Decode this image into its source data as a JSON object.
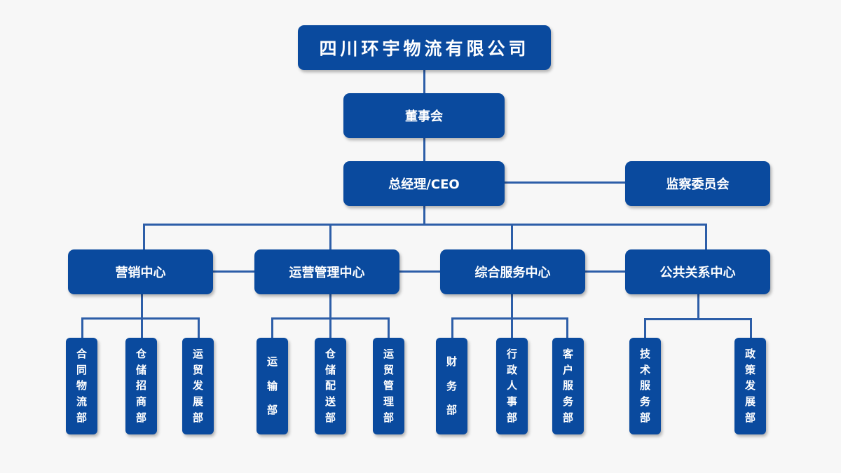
{
  "company": "四川环宇物流有限公司",
  "board": "董事会",
  "ceo": "总经理/CEO",
  "supervisory": "监察委员会",
  "colors": {
    "box": "#0a4a9e",
    "line": "#2d5ea8",
    "text": "#ffffff",
    "background": "#f7f7f7"
  },
  "centers": [
    {
      "name": "营销中心",
      "departments": [
        "合同物流部",
        "仓储招商部",
        "运贸发展部"
      ]
    },
    {
      "name": "运营管理中心",
      "departments": [
        "运输部",
        "仓储配送部",
        "运贸管理部"
      ]
    },
    {
      "name": "综合服务中心",
      "departments": [
        "财务部",
        "行政人事部",
        "客户服务部"
      ]
    },
    {
      "name": "公共关系中心",
      "departments": [
        "技术服务部",
        "政策发展部"
      ]
    }
  ]
}
